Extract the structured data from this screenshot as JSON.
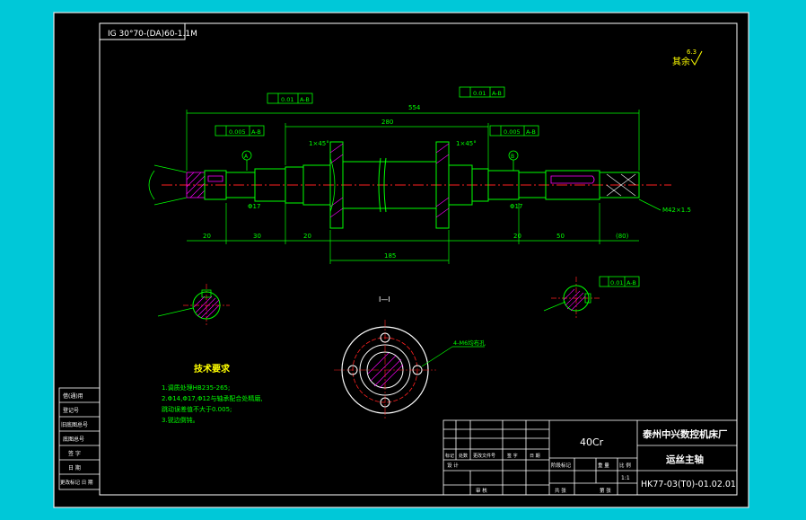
{
  "drawing": {
    "code_stamp": "IG 30°70-(DA)60-1.1M",
    "roughness_note": "其余",
    "roughness_value": "6.3",
    "section_label": "I—I",
    "tech_title": "技术要求",
    "tech_notes": [
      "1.调质处理HB235-265;",
      "2.Φ14,Φ17,Φ12与轴承配合处精磨,",
      "   跳动误差值不大于0.005;",
      "3.锐边倒钝。"
    ]
  },
  "dimensions": {
    "overall_length": "554",
    "middle_length": "280",
    "flange_span": "185",
    "left_step_1": "20",
    "left_step_2": "30",
    "left_step_3": "20",
    "right_step_1": "20",
    "right_step_2": "50",
    "right_tail": "(80)",
    "tol_box_1_value": "0.01",
    "tol_box_1_ref": "A-B",
    "tol_box_2_value": "0.005",
    "tol_box_2_ref": "A-B",
    "tol_box_3_value": "0.005",
    "tol_box_3_ref": "A-B",
    "tol_box_4_value": "0.01",
    "tol_box_4_ref": "A-B",
    "tol_box_5_value": "0.01",
    "tol_box_5_ref": "A-B",
    "datum_a": "A",
    "datum_b": "B",
    "left_diam": "Φ17",
    "right_diam": "Φ17",
    "hole_note": "4-M6均布孔",
    "thread_note": "M42×1.5",
    "chamfer_left": "1×45°",
    "chamfer_right": "1×45°"
  },
  "left_sidebar": [
    "借(通)用",
    "登记号",
    "旧底图总号",
    "底图总号",
    "签 字",
    "日 期",
    "更改标记 日 期"
  ],
  "title_block": {
    "material": "40Cr",
    "company": "泰州中兴数控机床厂",
    "part_name": "运丝主轴",
    "drawing_number": "HK77-03(T0)-01.02.01",
    "row_labels": [
      "标记",
      "处数",
      "更改文件号",
      "签 字",
      "日 期"
    ],
    "design_label": "设 计",
    "check_label": "审 核",
    "stage_label": "阶段标记",
    "weight_label": "重 量",
    "scale_label": "比 例",
    "scale_value": "1:1",
    "sheet_label": "共  张",
    "page_label": "第  张"
  },
  "colors": {
    "outer_background": "#00c8d8",
    "sheet_background": "#000000",
    "frame": "#ffffff",
    "part_outline": "#00ff00",
    "dimension": "#00ff00",
    "center_line": "#ff2020",
    "hatch": "#ff00ff",
    "text": "#ffff00"
  }
}
